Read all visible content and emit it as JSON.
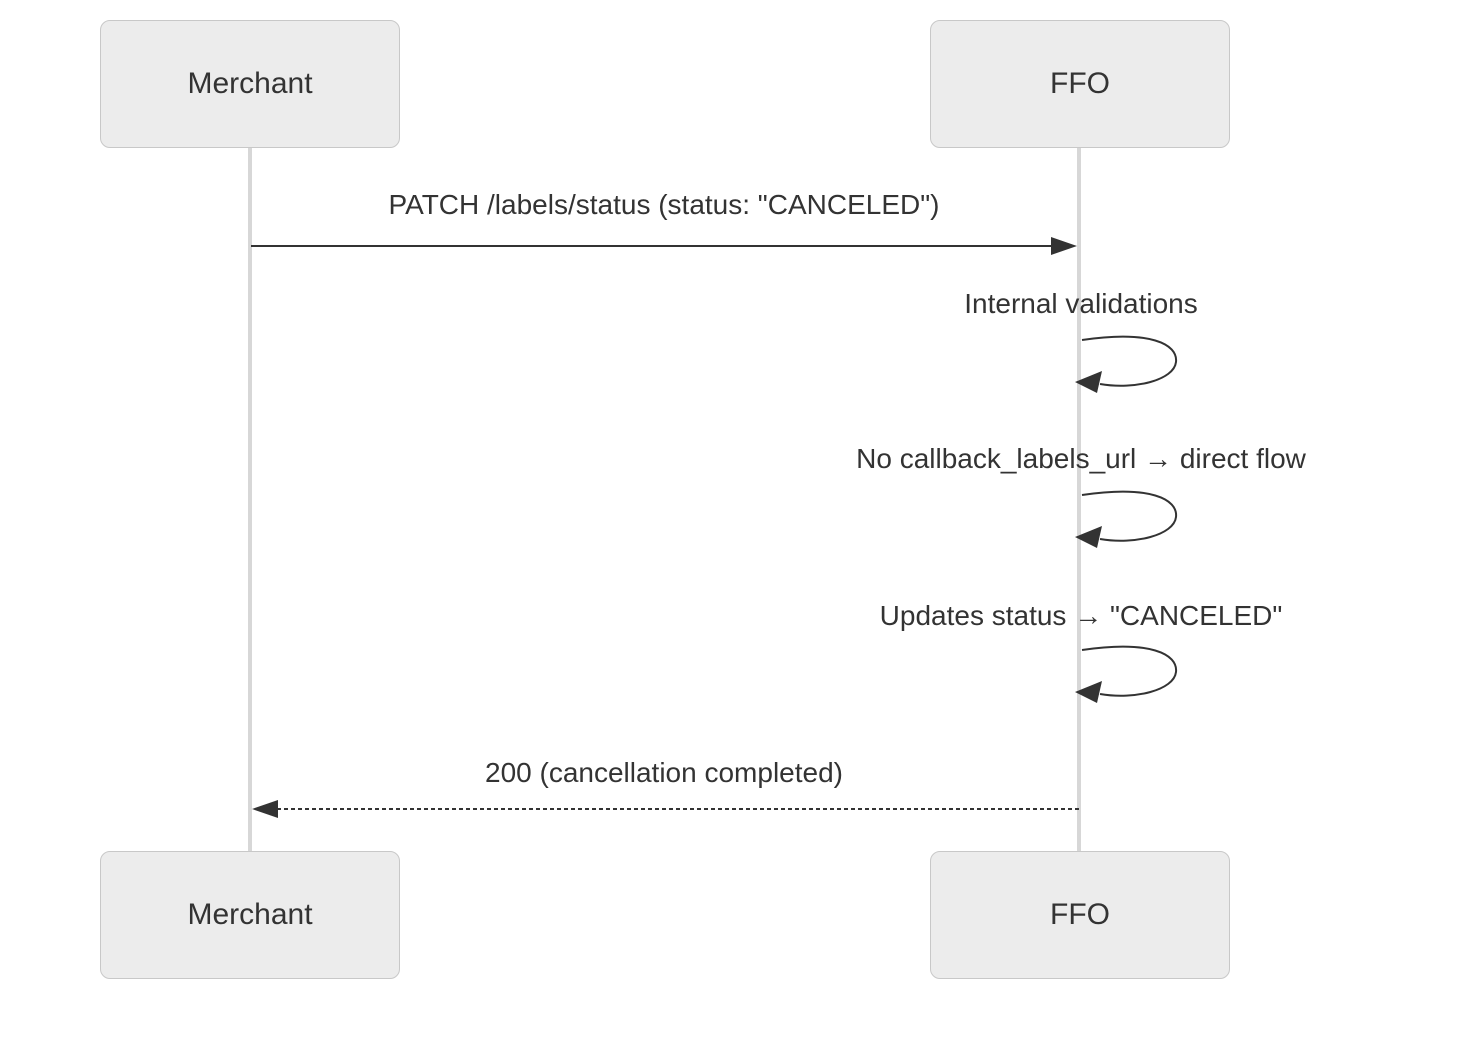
{
  "diagram": {
    "type": "sequence-diagram",
    "actors": [
      {
        "id": "merchant",
        "label": "Merchant"
      },
      {
        "id": "ffo",
        "label": "FFO"
      }
    ],
    "messages": [
      {
        "from": "merchant",
        "to": "ffo",
        "style": "solid-arrow",
        "label": "PATCH /labels/status (status: \"CANCELED\")"
      },
      {
        "from": "ffo",
        "to": "ffo",
        "style": "self-loop",
        "label": "Internal validations"
      },
      {
        "from": "ffo",
        "to": "ffo",
        "style": "self-loop",
        "label": "No callback_labels_url → direct flow"
      },
      {
        "from": "ffo",
        "to": "ffo",
        "style": "self-loop",
        "label": "Updates status → \"CANCELED\""
      },
      {
        "from": "ffo",
        "to": "merchant",
        "style": "dashed-arrow",
        "label": "200 (cancellation completed)"
      }
    ],
    "colors": {
      "background": "#ffffff",
      "actor_fill": "#ececec",
      "actor_border": "#c8c8c8",
      "lifeline": "#d7d7d7",
      "arrow": "#333333",
      "text": "#333333"
    }
  }
}
